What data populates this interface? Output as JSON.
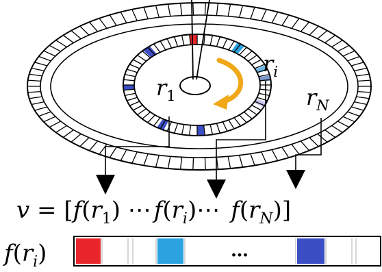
{
  "labels": {
    "r1": {
      "base": "r",
      "sub": "1"
    },
    "ri": {
      "base": "r",
      "sub": "i"
    },
    "rN": {
      "base": "r",
      "sub": "N"
    }
  },
  "equation": {
    "lhs": "v",
    "eq": " = [",
    "t1_f": "f",
    "t1_r": "r",
    "t1_sub": "1",
    "dots1": " ⋯",
    "t2_f": "f",
    "t2_r": "r",
    "t2_sub": "i",
    "dots2": "⋯",
    "t3_f": "f",
    "t3_r": "r",
    "t3_sub": "N",
    "close": "]"
  },
  "feature_row": {
    "label_f": "f",
    "label_r": "r",
    "label_sub": "i",
    "ellipsis": "…"
  },
  "colors": {
    "red": "#e8262b",
    "cyan": "#2ba3e0",
    "blue": "#3b4ec4",
    "lightblue": "#6fb8e8",
    "steel": "#7a9ad0",
    "lavender": "#c8c6ee",
    "arrow_gold": "#f0a818"
  }
}
